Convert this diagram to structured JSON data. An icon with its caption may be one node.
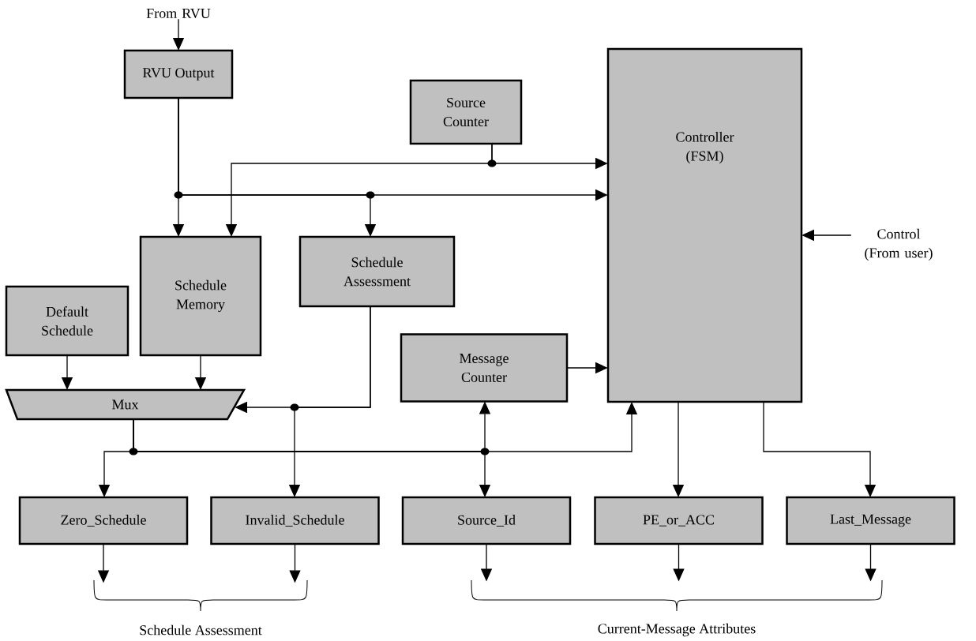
{
  "diagram": {
    "nodes": [
      {
        "text": [
          "From RVU"
        ]
      },
      {
        "text": [
          "RVU Output"
        ]
      },
      {
        "text": [
          "Source Counter"
        ]
      },
      {
        "text": [
          "Controller (FSM)"
        ]
      },
      {
        "text": [
          "Control (From user)"
        ]
      },
      {
        "text": [
          "Schedule Memory"
        ]
      },
      {
        "text": [
          "Schedule Assessment"
        ]
      },
      {
        "text": [
          "Default Schedule"
        ]
      },
      {
        "text": [
          "Message Counter"
        ]
      },
      {
        "text": [
          "Mux"
        ]
      },
      {
        "text": [
          "Zero_Schedule"
        ]
      },
      {
        "text": [
          "Invalid_Schedule"
        ]
      },
      {
        "text": [
          "Source_Id"
        ]
      },
      {
        "text": [
          "PE_or_ACC"
        ]
      },
      {
        "text": [
          "Last_Message"
        ]
      },
      {
        "text": [
          "Schedule Assessment"
        ]
      },
      {
        "text": [
          "Current-Message Attributes"
        ]
      }
    ],
    "edges": [
      {
        "from": 0,
        "to": 1,
        "arrow": "to"
      },
      {
        "from": 1,
        "to": 5,
        "arrow": "to"
      },
      {
        "from": 1,
        "to": 6,
        "arrow": "to"
      },
      {
        "from": 1,
        "to": 3,
        "arrow": "to"
      },
      {
        "from": 2,
        "to": 3,
        "arrow": "to"
      },
      {
        "from": 2,
        "to": 5,
        "arrow": "to"
      },
      {
        "from": 4,
        "to": 3,
        "arrow": "to"
      },
      {
        "from": 8,
        "to": 3,
        "arrow": "to"
      },
      {
        "from": 7,
        "to": 9,
        "arrow": "to"
      },
      {
        "from": 5,
        "to": 9,
        "arrow": "to"
      },
      {
        "from": 6,
        "to": 9,
        "arrow": "to"
      },
      {
        "from": 6,
        "to": 11,
        "arrow": "to"
      },
      {
        "from": 9,
        "to": 10,
        "arrow": "to"
      },
      {
        "from": 9,
        "to": 8,
        "arrow": "to"
      },
      {
        "from": 9,
        "to": 12,
        "arrow": "to"
      },
      {
        "from": 9,
        "to": 3,
        "arrow": "to"
      },
      {
        "from": 3,
        "to": 13,
        "arrow": "to"
      },
      {
        "from": 3,
        "to": 14,
        "arrow": "to"
      },
      {
        "from": 10,
        "to": 15,
        "arrow": "to"
      },
      {
        "from": 11,
        "to": 15,
        "arrow": "to"
      },
      {
        "from": 12,
        "to": 16,
        "arrow": "to"
      },
      {
        "from": 13,
        "to": 16,
        "arrow": "to"
      },
      {
        "from": 14,
        "to": 16,
        "arrow": "to"
      }
    ]
  }
}
